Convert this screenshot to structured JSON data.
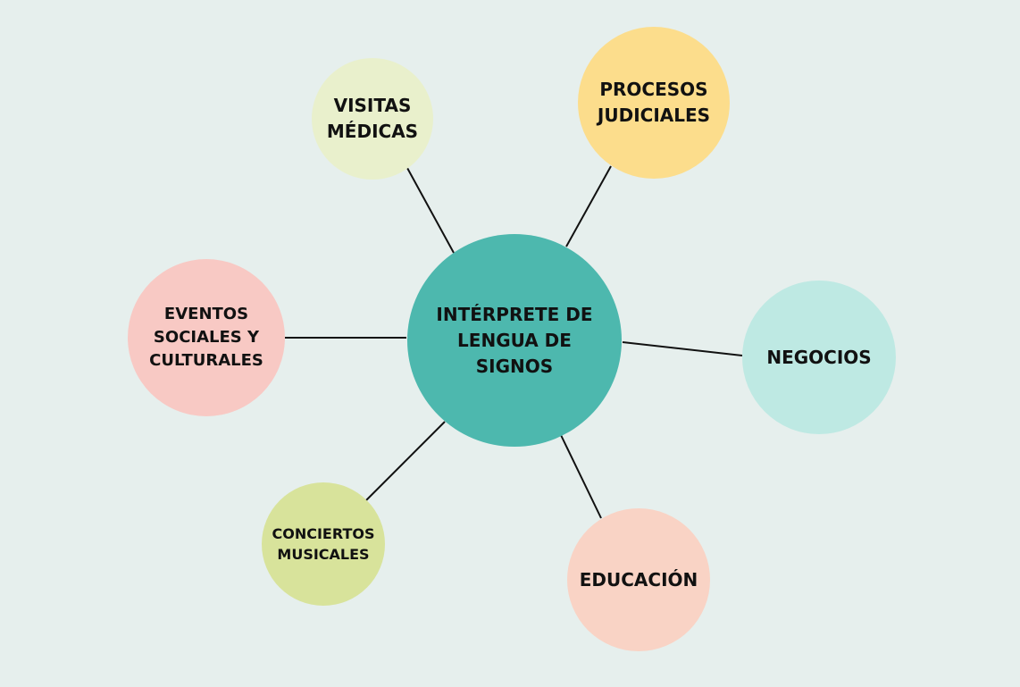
{
  "diagram": {
    "center": {
      "label": "INTÉRPRETE DE\nLENGUA DE\nSIGNOS",
      "color": "#4db8ae"
    },
    "nodes": [
      {
        "id": "visitas",
        "label": "VISITAS\nMÉDICAS",
        "color": "#e9f0cc"
      },
      {
        "id": "procesos",
        "label": "PROCESOS\nJUDICIALES",
        "color": "#fcdd8c"
      },
      {
        "id": "negocios",
        "label": "NEGOCIOS",
        "color": "#bee9e3"
      },
      {
        "id": "educacion",
        "label": "EDUCACIÓN",
        "color": "#f9d3c5"
      },
      {
        "id": "conciertos",
        "label": "CONCIERTOS\nMUSICALES",
        "color": "#d8e39b"
      },
      {
        "id": "eventos",
        "label": "EVENTOS\nSOCIALES Y\nCULTURALES",
        "color": "#f8c9c4"
      }
    ],
    "background": "#e6efed"
  }
}
